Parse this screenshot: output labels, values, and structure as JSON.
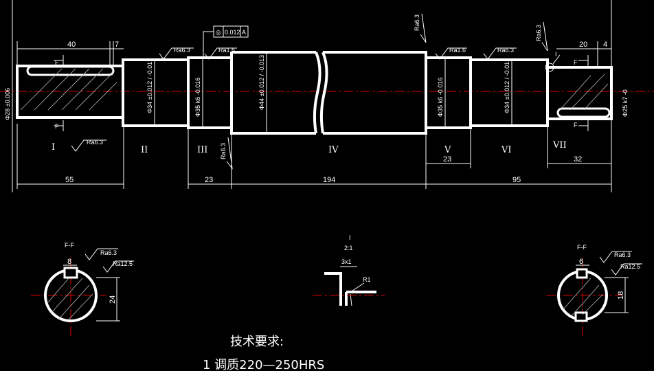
{
  "dimensions": {
    "d40": "40",
    "d7": "7",
    "d20": "20",
    "d4": "4",
    "d55": "55",
    "d23a": "23",
    "d194": "194",
    "d95": "95",
    "d23b": "23",
    "d32": "32"
  },
  "diameters": {
    "s1": "Φ28 ±0.006",
    "s2": "Φ34 ±0.012 / -0.013",
    "s3": "Φ35 k6 -0.016",
    "s4": "Φ44 ±0.012 / -0.013",
    "s5": "Φ35 k6 -0.016",
    "s6": "Φ34 ±0.012 / -0.013",
    "s7": "Φ25 k7 -0"
  },
  "roughness": {
    "r1": "Ra6.3",
    "r2": "Ra6.3",
    "r3": "Ra1.6",
    "r4": "Ra1.6",
    "r5": "Ra6.3",
    "r6": "Ra6.3",
    "r7": "Ra6.3",
    "r8": "Ra6.3"
  },
  "tolerance_frame": {
    "symbol": "◎",
    "value": "0.012",
    "datum": "A"
  },
  "section_labels": [
    "I",
    "II",
    "III",
    "IV",
    "V",
    "VI",
    "VII"
  ],
  "key_marks": {
    "f1": "F",
    "f2": "F",
    "f3": "F",
    "f4": "F"
  },
  "detail_I_label": "I",
  "section_left": {
    "title": "F-F",
    "width": "8",
    "depth": "24",
    "ra_a": "Ra6.3",
    "ra_b": "Ra12.5"
  },
  "section_right": {
    "title": "F-F",
    "width": "6",
    "depth": "18",
    "ra_a": "Ra6.3",
    "ra_b": "Ra12.5"
  },
  "detail_I": {
    "title": "I",
    "scale": "2:1",
    "chamfer": "3x1",
    "radius": "R1"
  },
  "requirements": {
    "heading": "技术要求:",
    "item1": "1 调质220—250HRS"
  }
}
